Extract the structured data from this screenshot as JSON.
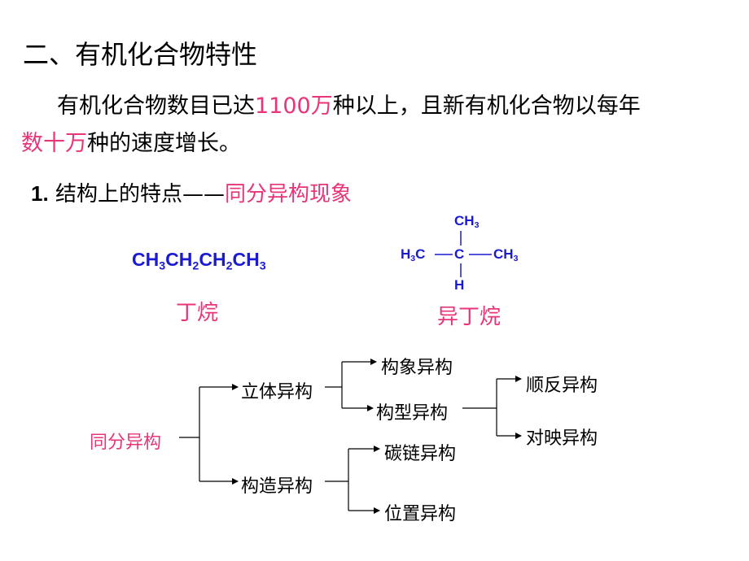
{
  "title": "二、有机化合物特性",
  "intro": {
    "part1": "有机化合物数目已达",
    "count": "1100万",
    "part2": "种以上，且新有机化合物以每年",
    "rate": "数十万",
    "part3": "种的速度增长。"
  },
  "section": {
    "number": "1.",
    "label": "结构上的特点——",
    "highlight": "同分异构现象"
  },
  "butane": {
    "name": "丁烷"
  },
  "isobutane": {
    "top_group": "CH3",
    "left_group": "H3C",
    "center": "C",
    "right_group": "CH3",
    "bottom": "H",
    "name": "异丁烷"
  },
  "tree": {
    "root": "同分异构",
    "stereo": "立体异构",
    "conformational": "构象异构",
    "configurational": "构型异构",
    "cis_trans": "顺反异构",
    "enantiomers": "对映异构",
    "constitutional": "构造异构",
    "carbon_chain": "碳链异构",
    "position": "位置异构"
  },
  "colors": {
    "highlight": "#e8357a",
    "formula": "#1a1ad0",
    "text": "#000000"
  }
}
